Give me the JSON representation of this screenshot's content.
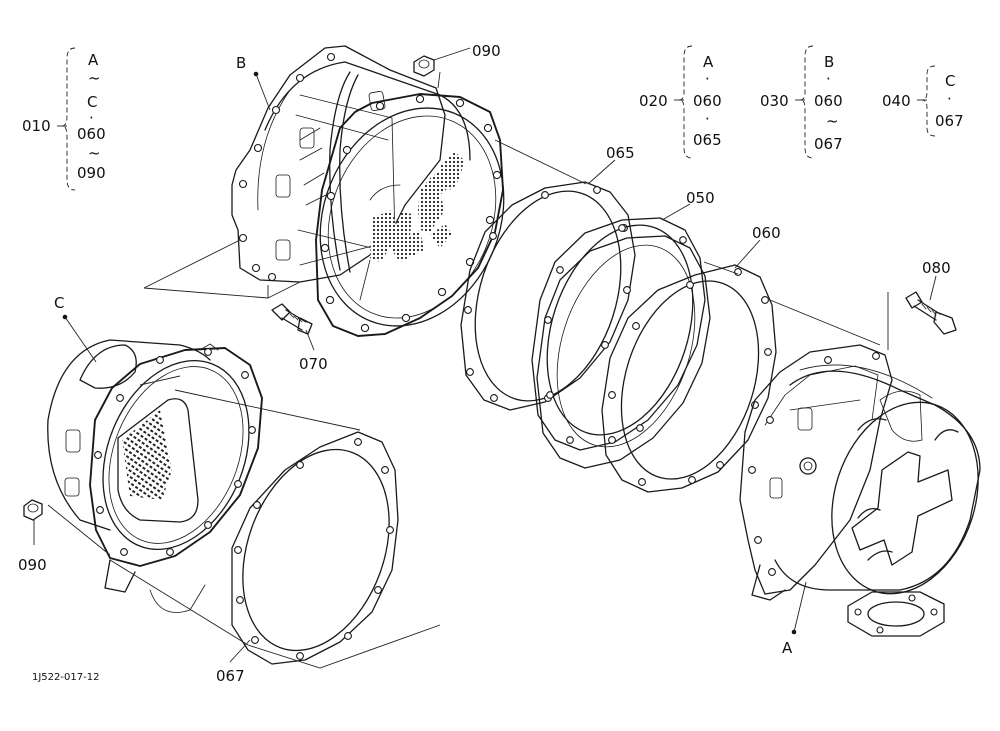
{
  "drawing_id": "1J522-017-12",
  "callouts": {
    "n010": "010",
    "n020": "020",
    "n030": "030",
    "n040": "040",
    "p090a": "090",
    "p090b": "090",
    "p065": "065",
    "p050": "050",
    "p060": "060",
    "p080": "080",
    "p070": "070",
    "p067": "067"
  },
  "assembly_labels": {
    "a": "A",
    "b": "B",
    "c": "C"
  },
  "brackets": {
    "g010": {
      "l1": "A",
      "s1": "~",
      "l2": "C",
      "s2": "·",
      "l3": "060",
      "s3": "~",
      "l4": "090"
    },
    "g020": {
      "l1": "A",
      "s1": "·",
      "l2": "060",
      "s2": "·",
      "l3": "065"
    },
    "g030": {
      "l1": "B",
      "s1": "·",
      "l2": "060",
      "s2": "~",
      "l3": "067"
    },
    "g040": {
      "l1": "C",
      "s1": "·",
      "l2": "067"
    }
  }
}
